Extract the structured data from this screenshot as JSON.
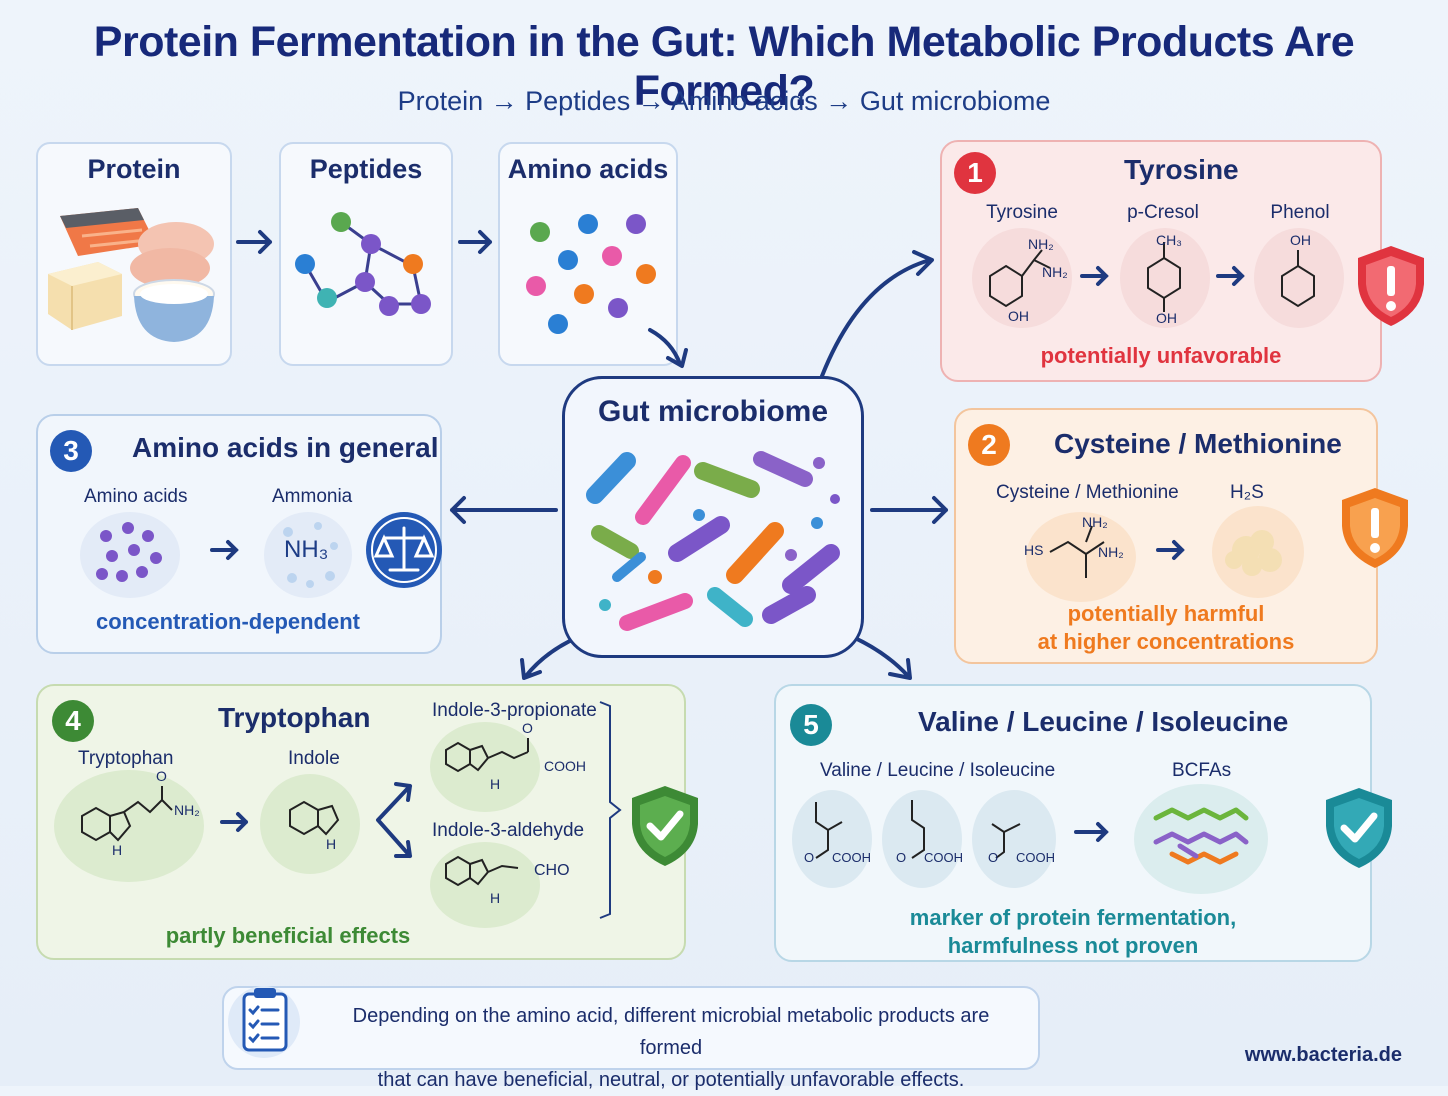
{
  "title": "Protein Fermentation in the Gut: Which Metabolic Products Are Formed?",
  "subtitle": "Protein → Peptides → Amino acids → Gut microbiome",
  "stages": {
    "protein": "Protein",
    "peptides": "Peptides",
    "amino_acids": "Amino acids"
  },
  "microbiome": {
    "label": "Gut microbiome"
  },
  "panel1": {
    "number": "1",
    "title": "Tyrosine",
    "labels": [
      "Tyrosine",
      "p-Cresol",
      "Phenol"
    ],
    "chem": {
      "nh2": "NH₂",
      "oh": "OH",
      "ch3": "CH₃"
    },
    "note": "potentially unfavorable",
    "icon": "warning-shield-icon",
    "color": "#e0343f"
  },
  "panel2": {
    "number": "2",
    "title": "Cysteine / Methionine",
    "labels": [
      "Cysteine / Methionine",
      "H₂S"
    ],
    "chem": {
      "hs": "HS",
      "nh2": "NH₂"
    },
    "note_line1": "potentially harmful",
    "note_line2": "at higher concentrations",
    "icon": "warning-shield-icon",
    "color": "#ef7a1f"
  },
  "panel3": {
    "number": "3",
    "title": "Amino acids in general",
    "labels": [
      "Amino acids",
      "Ammonia"
    ],
    "ammonia_formula": "NH₃",
    "note": "concentration-dependent",
    "icon": "scale-icon",
    "color": "#2459b5"
  },
  "panel4": {
    "number": "4",
    "title": "Tryptophan",
    "labels": [
      "Tryptophan",
      "Indole",
      "Indole-3-propionate",
      "Indole-3-aldehyde"
    ],
    "chem": {
      "nh2": "NH₂",
      "h": "H",
      "cooh": "COOH",
      "cho": "CHO",
      "o": "O"
    },
    "note": "partly beneficial effects",
    "icon": "check-shield-icon",
    "color": "#3d8a35"
  },
  "panel5": {
    "number": "5",
    "title": "Valine / Leucine / Isoleucine",
    "labels": [
      "Valine / Leucine / Isoleucine",
      "BCFAs"
    ],
    "chem": {
      "cooh": "COOH",
      "o": "O"
    },
    "note_line1": "marker of protein fermentation,",
    "note_line2": "harmfulness not proven",
    "icon": "check-shield-icon",
    "color": "#1a8a97"
  },
  "footer": {
    "line1": "Depending on the amino acid, different microbial metabolic products are formed",
    "line2": "that can have beneficial, neutral, or potentially unfavorable effects.",
    "icon": "clipboard-checklist-icon"
  },
  "url": "www.bacteria.de",
  "colors": {
    "title": "#17297a",
    "arrow": "#1e3a80",
    "red": "#e0343f",
    "orange": "#ef7a1f",
    "blue": "#2459b5",
    "green": "#3d8a35",
    "teal": "#1a8a97"
  }
}
